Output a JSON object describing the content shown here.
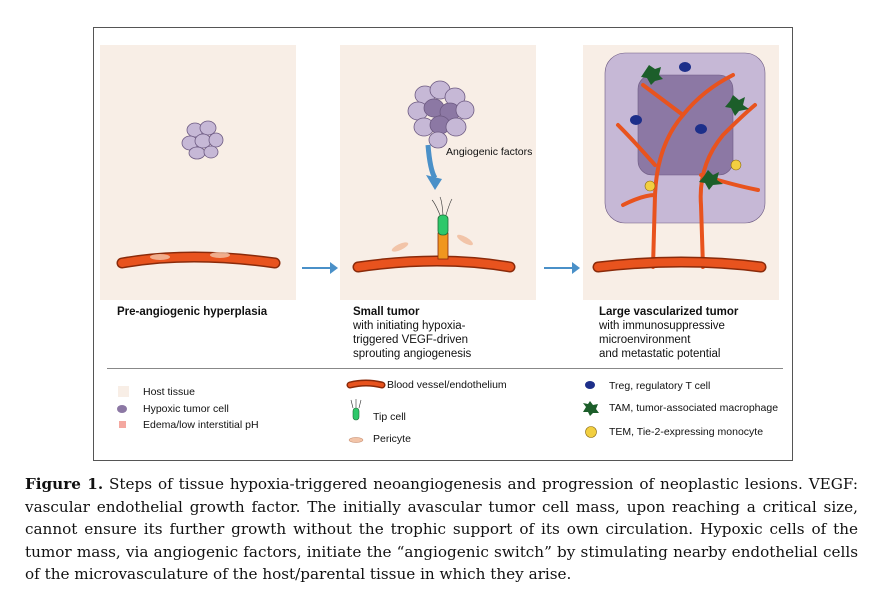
{
  "panels": [
    {
      "title": "Pre-angiogenic hyperplasia",
      "subtitle_lines": []
    },
    {
      "title": "Small tumor",
      "subtitle_lines": [
        "with initiating hypoxia-",
        "triggered VEGF-driven",
        "sprouting angiogenesis"
      ]
    },
    {
      "title": "Large vascularized tumor",
      "subtitle_lines": [
        "with immunosuppressive",
        "microenvironment",
        "and metastatic potential"
      ]
    }
  ],
  "angiogenic_label": "Angiogenic factors",
  "legend": {
    "host_tissue": "Host tissue",
    "hypoxic_cell": "Hypoxic tumor cell",
    "edema": "Edema/low interstitial pH",
    "blood_vessel": "Blood vessel/endothelium",
    "tip_cell": "Tip cell",
    "pericyte": "Pericyte",
    "treg": "Treg, regulatory T cell",
    "tam": "TAM, tumor-associated macrophage",
    "tem": "TEM, Tie-2-expressing monocyte"
  },
  "colors": {
    "host_tissue": "#f8eee6",
    "vessel": "#e8531e",
    "vessel_outline": "#8a2a0a",
    "tumor_cell": "#b6a6c6",
    "tumor_cell_dark": "#8c78a4",
    "tip_cell": "#2ec86a",
    "pericyte": "#f2c4a8",
    "treg": "#1d2f8a",
    "tam": "#1c5e2a",
    "tem": "#f2cf40",
    "arrow": "#4a90c8"
  },
  "caption": {
    "figure_label": "Figure 1.",
    "text": "Steps of tissue hypoxia-triggered neoangiogenesis and progression of neoplastic lesions. VEGF: vascular endothelial growth factor. The initially avascular tumor cell mass, upon reaching a critical size, cannot ensure its further growth without the trophic support of its own circulation. Hypoxic cells of the tumor mass, via angiogenic factors, initiate the “angiogenic switch” by stimulating nearby endothelial cells of the microvasculature of the host/parental tissue in which they arise."
  }
}
